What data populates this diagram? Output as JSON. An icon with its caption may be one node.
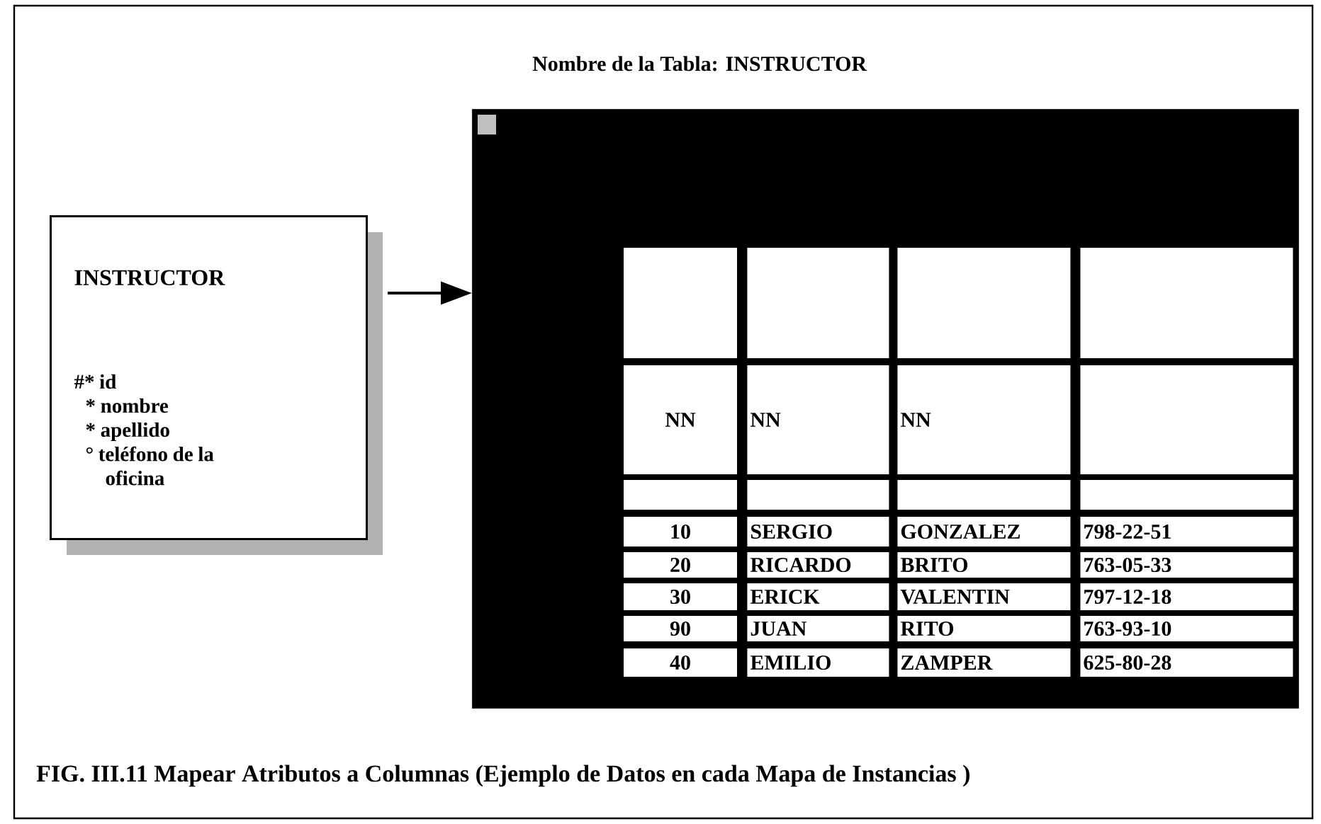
{
  "diagram": {
    "title": "Nombre de la Tabla: INSTRUCTOR",
    "caption": "FIG. III.11 Mapear Atributos a Columnas (Ejemplo de Datos en cada Mapa de Instancias )",
    "nodes": [
      {
        "text": [
          "INSTRUCTOR",
          "#* id",
          "* nombre",
          "* apellido",
          "° teléfono de la oficina"
        ]
      },
      {
        "text": [],
        "shape": "box"
      }
    ],
    "edges": [
      {
        "from": 0,
        "to": 1,
        "arrow": "to"
      }
    ],
    "labels": [
      "NN",
      "NN",
      "NN",
      "10",
      "SERGIO",
      "GONZALEZ",
      "798-22-51",
      "20",
      "RICARDO",
      "BRITO",
      "763-05-33",
      "30",
      "ERICK",
      "VALENTIN",
      "797-12-18",
      "90",
      "JUAN",
      "RITO",
      "763-93-10",
      "40",
      "EMILIO",
      "ZAMPER",
      "625-80-28"
    ]
  }
}
